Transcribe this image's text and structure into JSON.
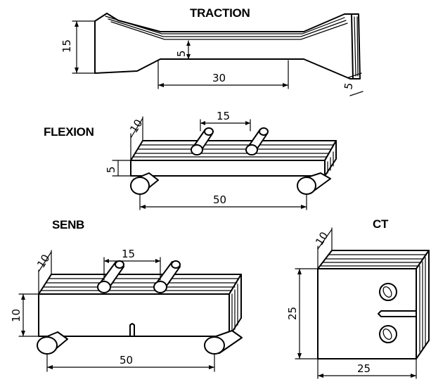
{
  "specimens": {
    "traction": {
      "title": "TRACTION",
      "dims": {
        "height": "15",
        "width": "5",
        "gauge_length": "30",
        "thickness": "5"
      }
    },
    "flexion": {
      "title": "FLEXION",
      "dims": {
        "depth": "10",
        "span": "15",
        "height": "5",
        "length": "50"
      }
    },
    "senb": {
      "title": "SENB",
      "dims": {
        "depth": "10",
        "span": "15",
        "height": "10",
        "length": "50"
      }
    },
    "ct": {
      "title": "CT",
      "dims": {
        "depth": "10",
        "height": "25",
        "width": "25"
      }
    }
  }
}
